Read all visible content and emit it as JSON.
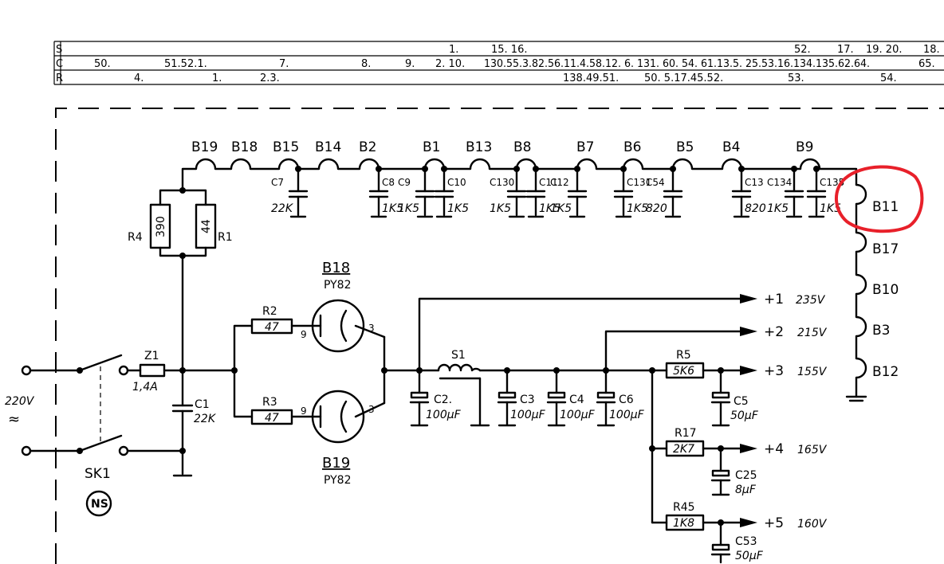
{
  "table": {
    "row_labels": [
      "S",
      "C",
      "R"
    ],
    "s_row": [
      "1.",
      "15. 16.",
      "52.",
      "17.",
      "19. 20.",
      "18."
    ],
    "c_row": [
      "50.",
      "51.52.1.",
      "7.",
      "8.",
      "9.",
      "2. 10.",
      "130.55.3.82.56.11.4.58.12. 6. 131. 60. 54. 61.13.5. 25.53.16.134.135.62.64.",
      "65."
    ],
    "r_row": [
      "4.",
      "1.",
      "2.3.",
      "138.49.51.",
      "50. 5.17.45.52.",
      "53.",
      "54."
    ]
  },
  "filament_chain": {
    "top_labels": [
      "B19",
      "B18",
      "B15",
      "B14",
      "B2",
      "B1",
      "B13",
      "B8",
      "B7",
      "B6",
      "B5",
      "B4",
      "B9"
    ],
    "right_labels": [
      "B11",
      "B17",
      "B10",
      "B3",
      "B12"
    ]
  },
  "decoupling_caps": [
    {
      "name": "C7",
      "value": "22K"
    },
    {
      "name": "C8",
      "value": "1K5"
    },
    {
      "name": "C9",
      "value": "1K5"
    },
    {
      "name": "C10",
      "value": "1K5"
    },
    {
      "name": "C130",
      "value": "1K5"
    },
    {
      "name": "C11",
      "value": "1K5"
    },
    {
      "name": "C12",
      "value": "1K5"
    },
    {
      "name": "C131",
      "value": "1K5"
    },
    {
      "name": "C54",
      "value": "820"
    },
    {
      "name": "C13",
      "value": "820"
    },
    {
      "name": "C134",
      "value": "1K5"
    },
    {
      "name": "C135",
      "value": "1K5"
    }
  ],
  "components": {
    "R4": {
      "name": "R4",
      "value": "390"
    },
    "R1": {
      "name": "R1",
      "value": "44"
    },
    "Z1": {
      "name": "Z1",
      "value": "1,4A"
    },
    "C1": {
      "name": "C1",
      "value": "22K"
    },
    "R2": {
      "name": "R2",
      "value": "47"
    },
    "R3": {
      "name": "R3",
      "value": "47"
    },
    "V1": {
      "name": "B18",
      "type": "PY82"
    },
    "V2": {
      "name": "B19",
      "type": "PY82"
    },
    "S1": {
      "name": "S1"
    },
    "C2": {
      "name": "C2.",
      "value": "100μF"
    },
    "C3": {
      "name": "C3",
      "value": "100μF"
    },
    "C4": {
      "name": "C4",
      "value": "100μF"
    },
    "C6": {
      "name": "C6",
      "value": "100μF"
    },
    "R5": {
      "name": "R5",
      "value": "5K6"
    },
    "C5": {
      "name": "C5",
      "value": "50μF"
    },
    "R17": {
      "name": "R17",
      "value": "2K7"
    },
    "C25": {
      "name": "C25",
      "value": "8μF"
    },
    "R45": {
      "name": "R45",
      "value": "1K8"
    },
    "C53": {
      "name": "C53",
      "value": "50μF"
    },
    "SK1": {
      "name": "SK1",
      "badge": "NS"
    }
  },
  "pin_labels": {
    "anode": "9",
    "cathode": "3"
  },
  "mains": {
    "voltage": "220V",
    "symbol": "≈"
  },
  "outputs": [
    {
      "label": "+1",
      "voltage": "235V"
    },
    {
      "label": "+2",
      "voltage": "215V"
    },
    {
      "label": "+3",
      "voltage": "155V"
    },
    {
      "label": "+4",
      "voltage": "165V"
    },
    {
      "label": "+5",
      "voltage": "160V"
    }
  ],
  "annotation": {
    "highlight": "B11",
    "color": "#e8202a"
  }
}
